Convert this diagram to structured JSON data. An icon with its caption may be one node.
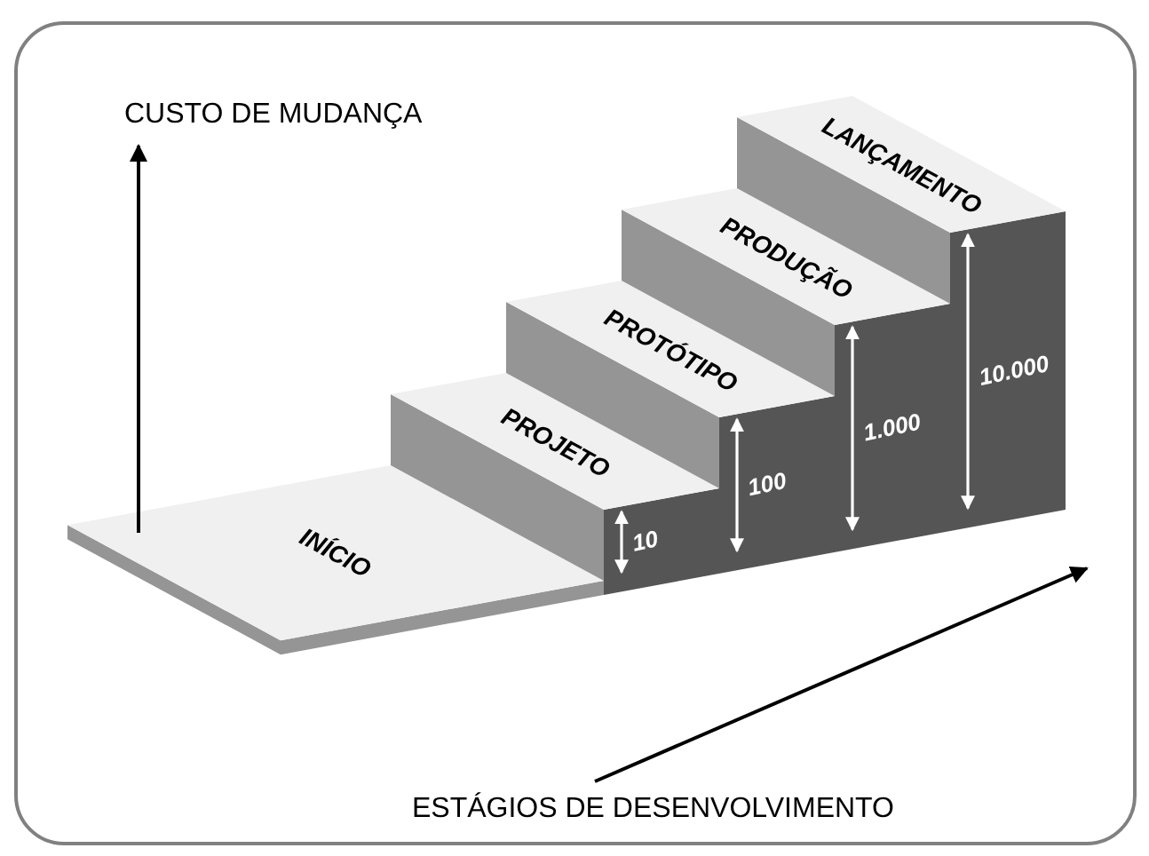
{
  "diagram": {
    "nodes": [
      {
        "text": [
          "INÍCIO"
        ]
      },
      {
        "text": [
          "PROJETO"
        ]
      },
      {
        "text": [
          "PROTÓTIPO"
        ]
      },
      {
        "text": [
          "PRODUÇÃO"
        ]
      },
      {
        "text": [
          "LANÇAMENTO"
        ]
      }
    ],
    "labels": [
      "CUSTO DE MUDANÇA",
      "10",
      "100",
      "1.000",
      "10.000",
      "ESTÁGIOS DE DESENVOLVIMENTO"
    ]
  }
}
